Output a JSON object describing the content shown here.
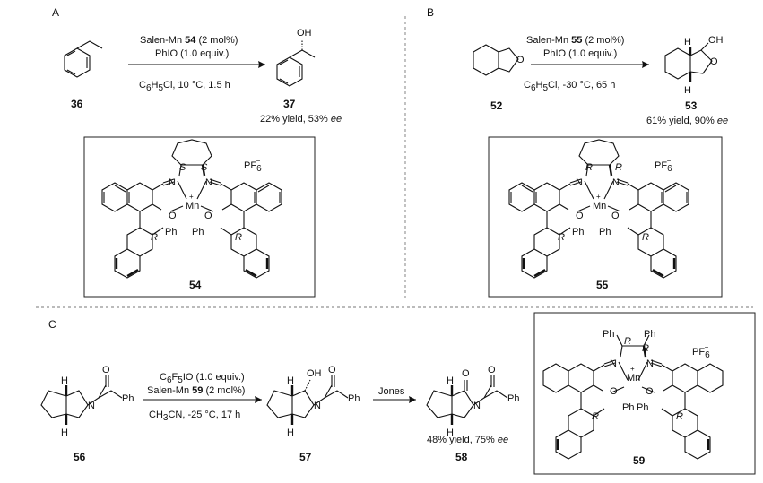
{
  "panels": {
    "A": {
      "label": "A",
      "reagents": [
        "Salen-Mn ",
        "54",
        " (2 mol%)",
        "PhIO (1.0 equiv.)",
        "C",
        "6",
        "H",
        "5",
        "Cl, 10 °C, 1.5 h"
      ],
      "start_label": "36",
      "product_label": "37",
      "product_OH": "OH",
      "yield_text": "22% yield, 53% ",
      "ee": "ee",
      "catalyst": {
        "label": "54",
        "counterion": "PF",
        "counterion_sub": "6",
        "counterion_sup": "−",
        "stereo_top": [
          "S",
          "S"
        ],
        "stereo_bottom": [
          "R",
          "R"
        ],
        "metal": "Mn",
        "N": "N",
        "O": "O",
        "Ph": "Ph",
        "plus": "+"
      }
    },
    "B": {
      "label": "B",
      "reagents": [
        "Salen-Mn ",
        "55",
        " (2 mol%)",
        "PhIO (1.0 equiv.)",
        "C",
        "6",
        "H",
        "5",
        "Cl, -30 °C, 65 h"
      ],
      "start_label": "52",
      "product_label": "53",
      "product_OH": "OH",
      "H": "H",
      "yield_text": "61% yield, 90% ",
      "ee": "ee",
      "catalyst": {
        "label": "55",
        "counterion": "PF",
        "counterion_sub": "6",
        "counterion_sup": "−",
        "stereo_top": [
          "R",
          "R"
        ],
        "stereo_bottom": [
          "R",
          "R"
        ],
        "metal": "Mn",
        "N": "N",
        "O": "O",
        "Ph": "Ph",
        "plus": "+"
      }
    },
    "C": {
      "label": "C",
      "reagents": [
        "C",
        "6",
        "F",
        "5",
        "IO (1.0 equiv.)",
        "Salen-Mn ",
        "59",
        " (2 mol%)",
        "CH",
        "3",
        "CN, -25 °C, 17 h"
      ],
      "oxidant": "Jones",
      "labels": [
        "56",
        "57",
        "58"
      ],
      "Ph": "Ph",
      "N": "N",
      "O": "O",
      "OH": "OH",
      "H": "H",
      "yield_text": "48% yield, 75% ",
      "ee": "ee",
      "catalyst": {
        "label": "59",
        "counterion": "PF",
        "counterion_sub": "6",
        "counterion_sup": "−",
        "stereo_top": [
          "R",
          "R"
        ],
        "stereo_bottom": [
          "R",
          "R"
        ],
        "top_Ph": [
          "Ph",
          "Ph"
        ],
        "metal": "Mn",
        "N": "N",
        "O": "O",
        "Ph": "Ph",
        "plus": "+"
      }
    }
  }
}
